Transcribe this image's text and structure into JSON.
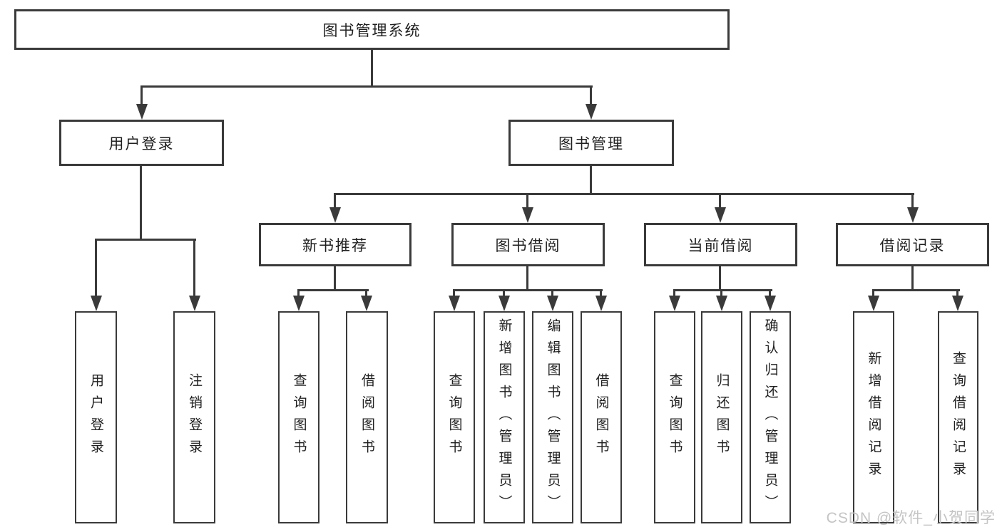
{
  "tree": {
    "root": {
      "label": "图书管理系统"
    },
    "l2": [
      {
        "label": "用户登录",
        "children": [
          {
            "label": "用户登录"
          },
          {
            "label": "注销登录"
          }
        ]
      },
      {
        "label": "图书管理",
        "sections": [
          {
            "label": "新书推荐",
            "children": [
              {
                "label": "查询图书"
              },
              {
                "label": "借阅图书"
              }
            ]
          },
          {
            "label": "图书借阅",
            "children": [
              {
                "label": "查询图书"
              },
              {
                "label": "新增图书（管理员）"
              },
              {
                "label": "编辑图书（管理员）"
              },
              {
                "label": "借阅图书"
              }
            ]
          },
          {
            "label": "当前借阅",
            "children": [
              {
                "label": "查询图书"
              },
              {
                "label": "归还图书"
              },
              {
                "label": "确认归还（管理员）"
              }
            ]
          },
          {
            "label": "借阅记录",
            "children": [
              {
                "label": "新增借阅记录"
              },
              {
                "label": "查询借阅记录"
              }
            ]
          }
        ]
      }
    ]
  },
  "watermark": {
    "text": "CSDN @软件_小贺同学"
  },
  "colors": {
    "line": "#3a3a3a",
    "text": "#1f1f1f",
    "watermark": "#c4c4c4",
    "background": "#ffffff"
  }
}
